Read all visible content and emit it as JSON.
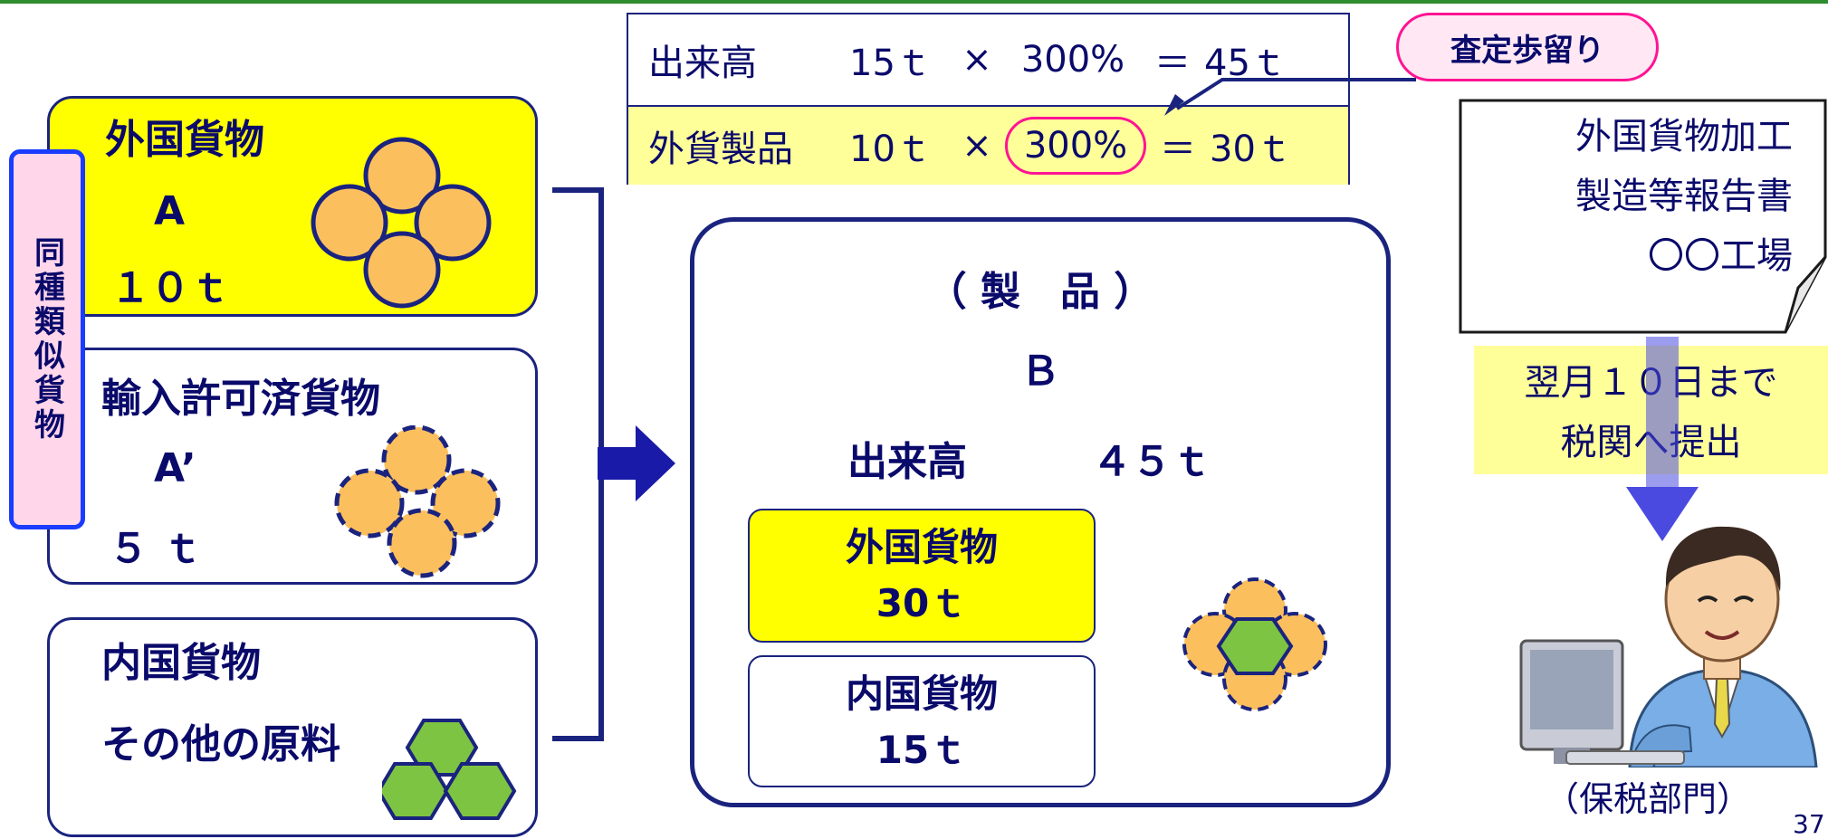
{
  "left_boxes": {
    "foreign": {
      "title": "外国貨物",
      "code": "A",
      "qty": "１０ｔ"
    },
    "imported": {
      "title": "輸入許可済貨物",
      "code": "A’",
      "qty": "５ ｔ"
    },
    "domestic": {
      "title": "内国貨物",
      "subtitle": "その他の原料"
    }
  },
  "side_tag": "同種類似貨物",
  "formula": {
    "row1": {
      "label": "出来高",
      "qty": "15ｔ",
      "op": "×",
      "rate": "300%",
      "eq": "＝",
      "result": "45ｔ"
    },
    "row2": {
      "label": "外貨製品",
      "qty": "10ｔ",
      "op": "×",
      "rate": "300%",
      "eq": "＝",
      "result": "30ｔ"
    }
  },
  "yield_pill": "査定歩留り",
  "product": {
    "title": "（ 製　品 ）",
    "code": "Ｂ",
    "output_label": "出来高",
    "output_qty": "４５ｔ",
    "foreign_label": "外国貨物",
    "foreign_qty": "30ｔ",
    "domestic_label": "内国貨物",
    "domestic_qty": "15ｔ"
  },
  "report": {
    "line1": "外国貨物加工",
    "line2": "製造等報告書",
    "line3": "〇〇工場"
  },
  "deadline": {
    "line1": "翌月１０日まで",
    "line2": "税関へ提出"
  },
  "department": "（保税部門）",
  "page_number": "37",
  "colors": {
    "navy": "#1a237e",
    "text": "#0a0a6b",
    "yellow": "#ffff00",
    "light_yellow": "#ffff99",
    "orange": "#fbbf5e",
    "hex_green": "#7dc442",
    "pink": "#ff1493",
    "arrow_blue": "#1a1aa8",
    "top_line": "#2e8b2e"
  }
}
